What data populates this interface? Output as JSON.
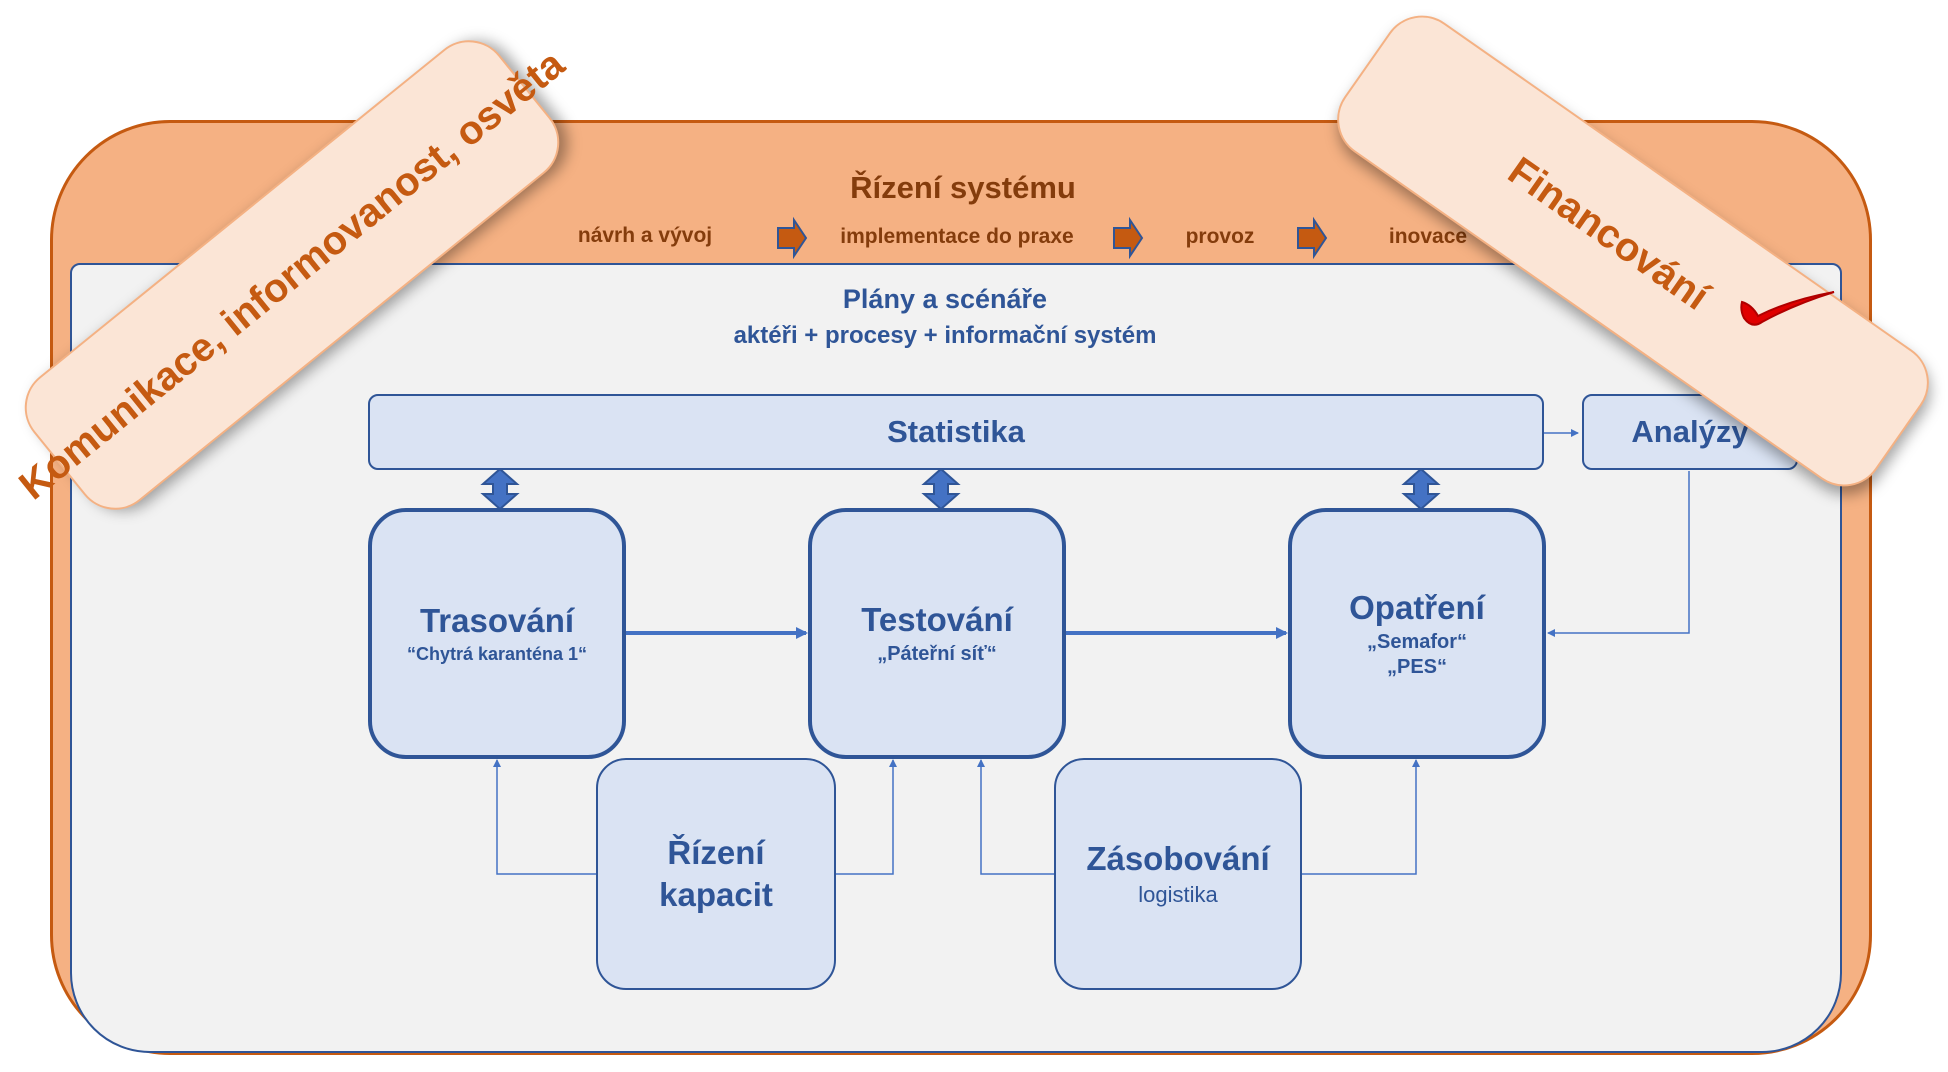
{
  "header": {
    "title": "Řízení systému",
    "steps": [
      "návrh a vývoj",
      "implementace do praxe",
      "provoz",
      "inovace"
    ]
  },
  "plans": {
    "title": "Plány a scénáře",
    "subtitle": "aktéři + procesy + informační systém"
  },
  "boxes": {
    "statistika": "Statistika",
    "analyzy": "Analýzy",
    "trasovani": {
      "title": "Trasování",
      "sub": "“Chytrá karanténa 1“"
    },
    "testovani": {
      "title": "Testování",
      "sub": "„Páteřní síť“"
    },
    "opatreni": {
      "title": "Opatření",
      "sub1": "„Semafor“",
      "sub2": "„PES“"
    },
    "rizeni_kapacit": {
      "line1": "Řízení",
      "line2": "kapacit"
    },
    "zasobovani": {
      "title": "Zásobování",
      "sub": "logistika"
    }
  },
  "banners": {
    "left": "Komunikace, informovanost, osvěta",
    "right": "Financování"
  },
  "colors": {
    "outer_fill": "#f5b183",
    "outer_border": "#c55a11",
    "inner_fill": "#f2f2f2",
    "box_fill": "#dae3f3",
    "box_border": "#2f5597",
    "text_blue": "#2f5597",
    "text_brown": "#843c0c",
    "banner_fill": "#fbe5d6",
    "banner_text": "#c55a11",
    "check_mark": "#e00000"
  }
}
